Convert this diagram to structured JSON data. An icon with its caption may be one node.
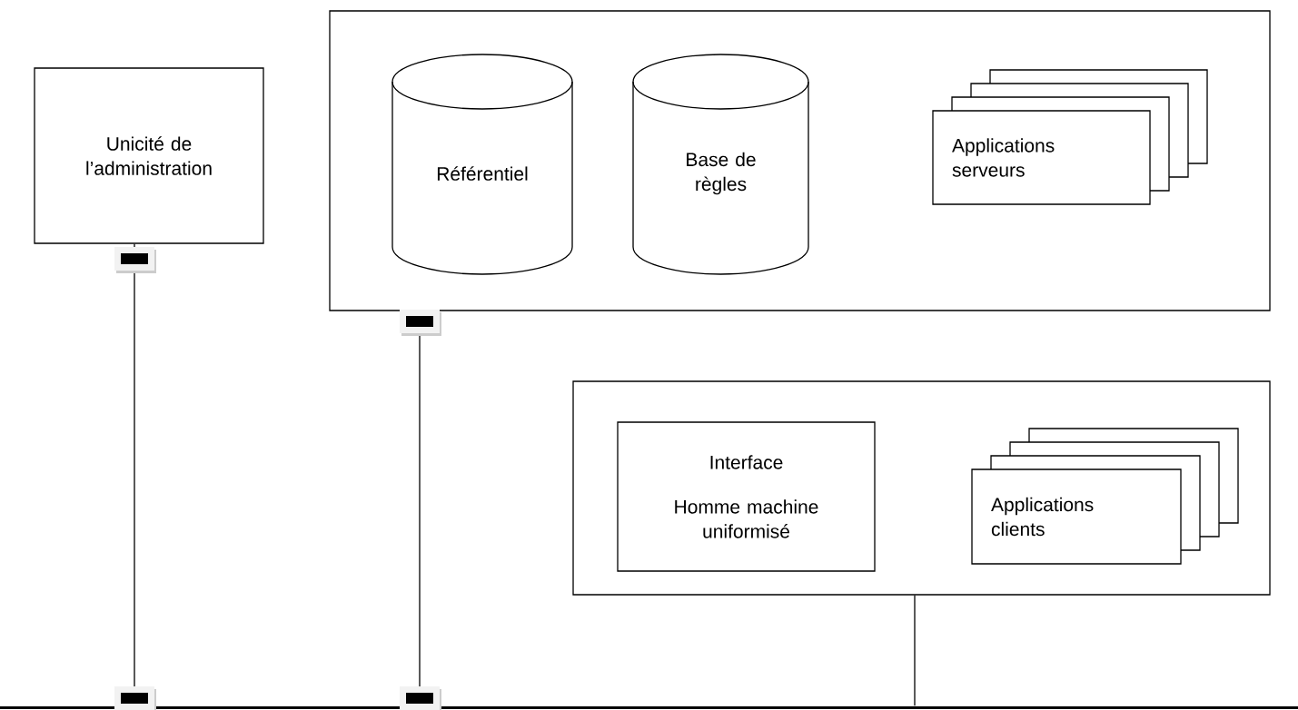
{
  "diagram": {
    "nodes": [
      {
        "text": [
          "Unicité de l’administration"
        ]
      },
      {
        "text": [],
        "shape": "box"
      },
      {
        "text": [
          "Référentiel"
        ],
        "in": 1
      },
      {
        "text": [
          "Base de règles"
        ],
        "in": 1
      },
      {
        "text": [
          "Applications serveurs"
        ],
        "in": 1
      },
      {
        "text": [],
        "shape": "box"
      },
      {
        "text": [
          "Interface",
          "Homme machine uniformisé"
        ],
        "in": 5
      },
      {
        "text": [
          "Applications clients"
        ],
        "in": 5
      },
      {
        "text": [],
        "shape": "bar"
      }
    ],
    "edges": [
      {
        "from": 0,
        "to": 8,
        "arrow": "other"
      },
      {
        "from": 1,
        "to": 8,
        "arrow": "other"
      },
      {
        "from": 5,
        "to": 8,
        "arrow": "none"
      }
    ]
  }
}
